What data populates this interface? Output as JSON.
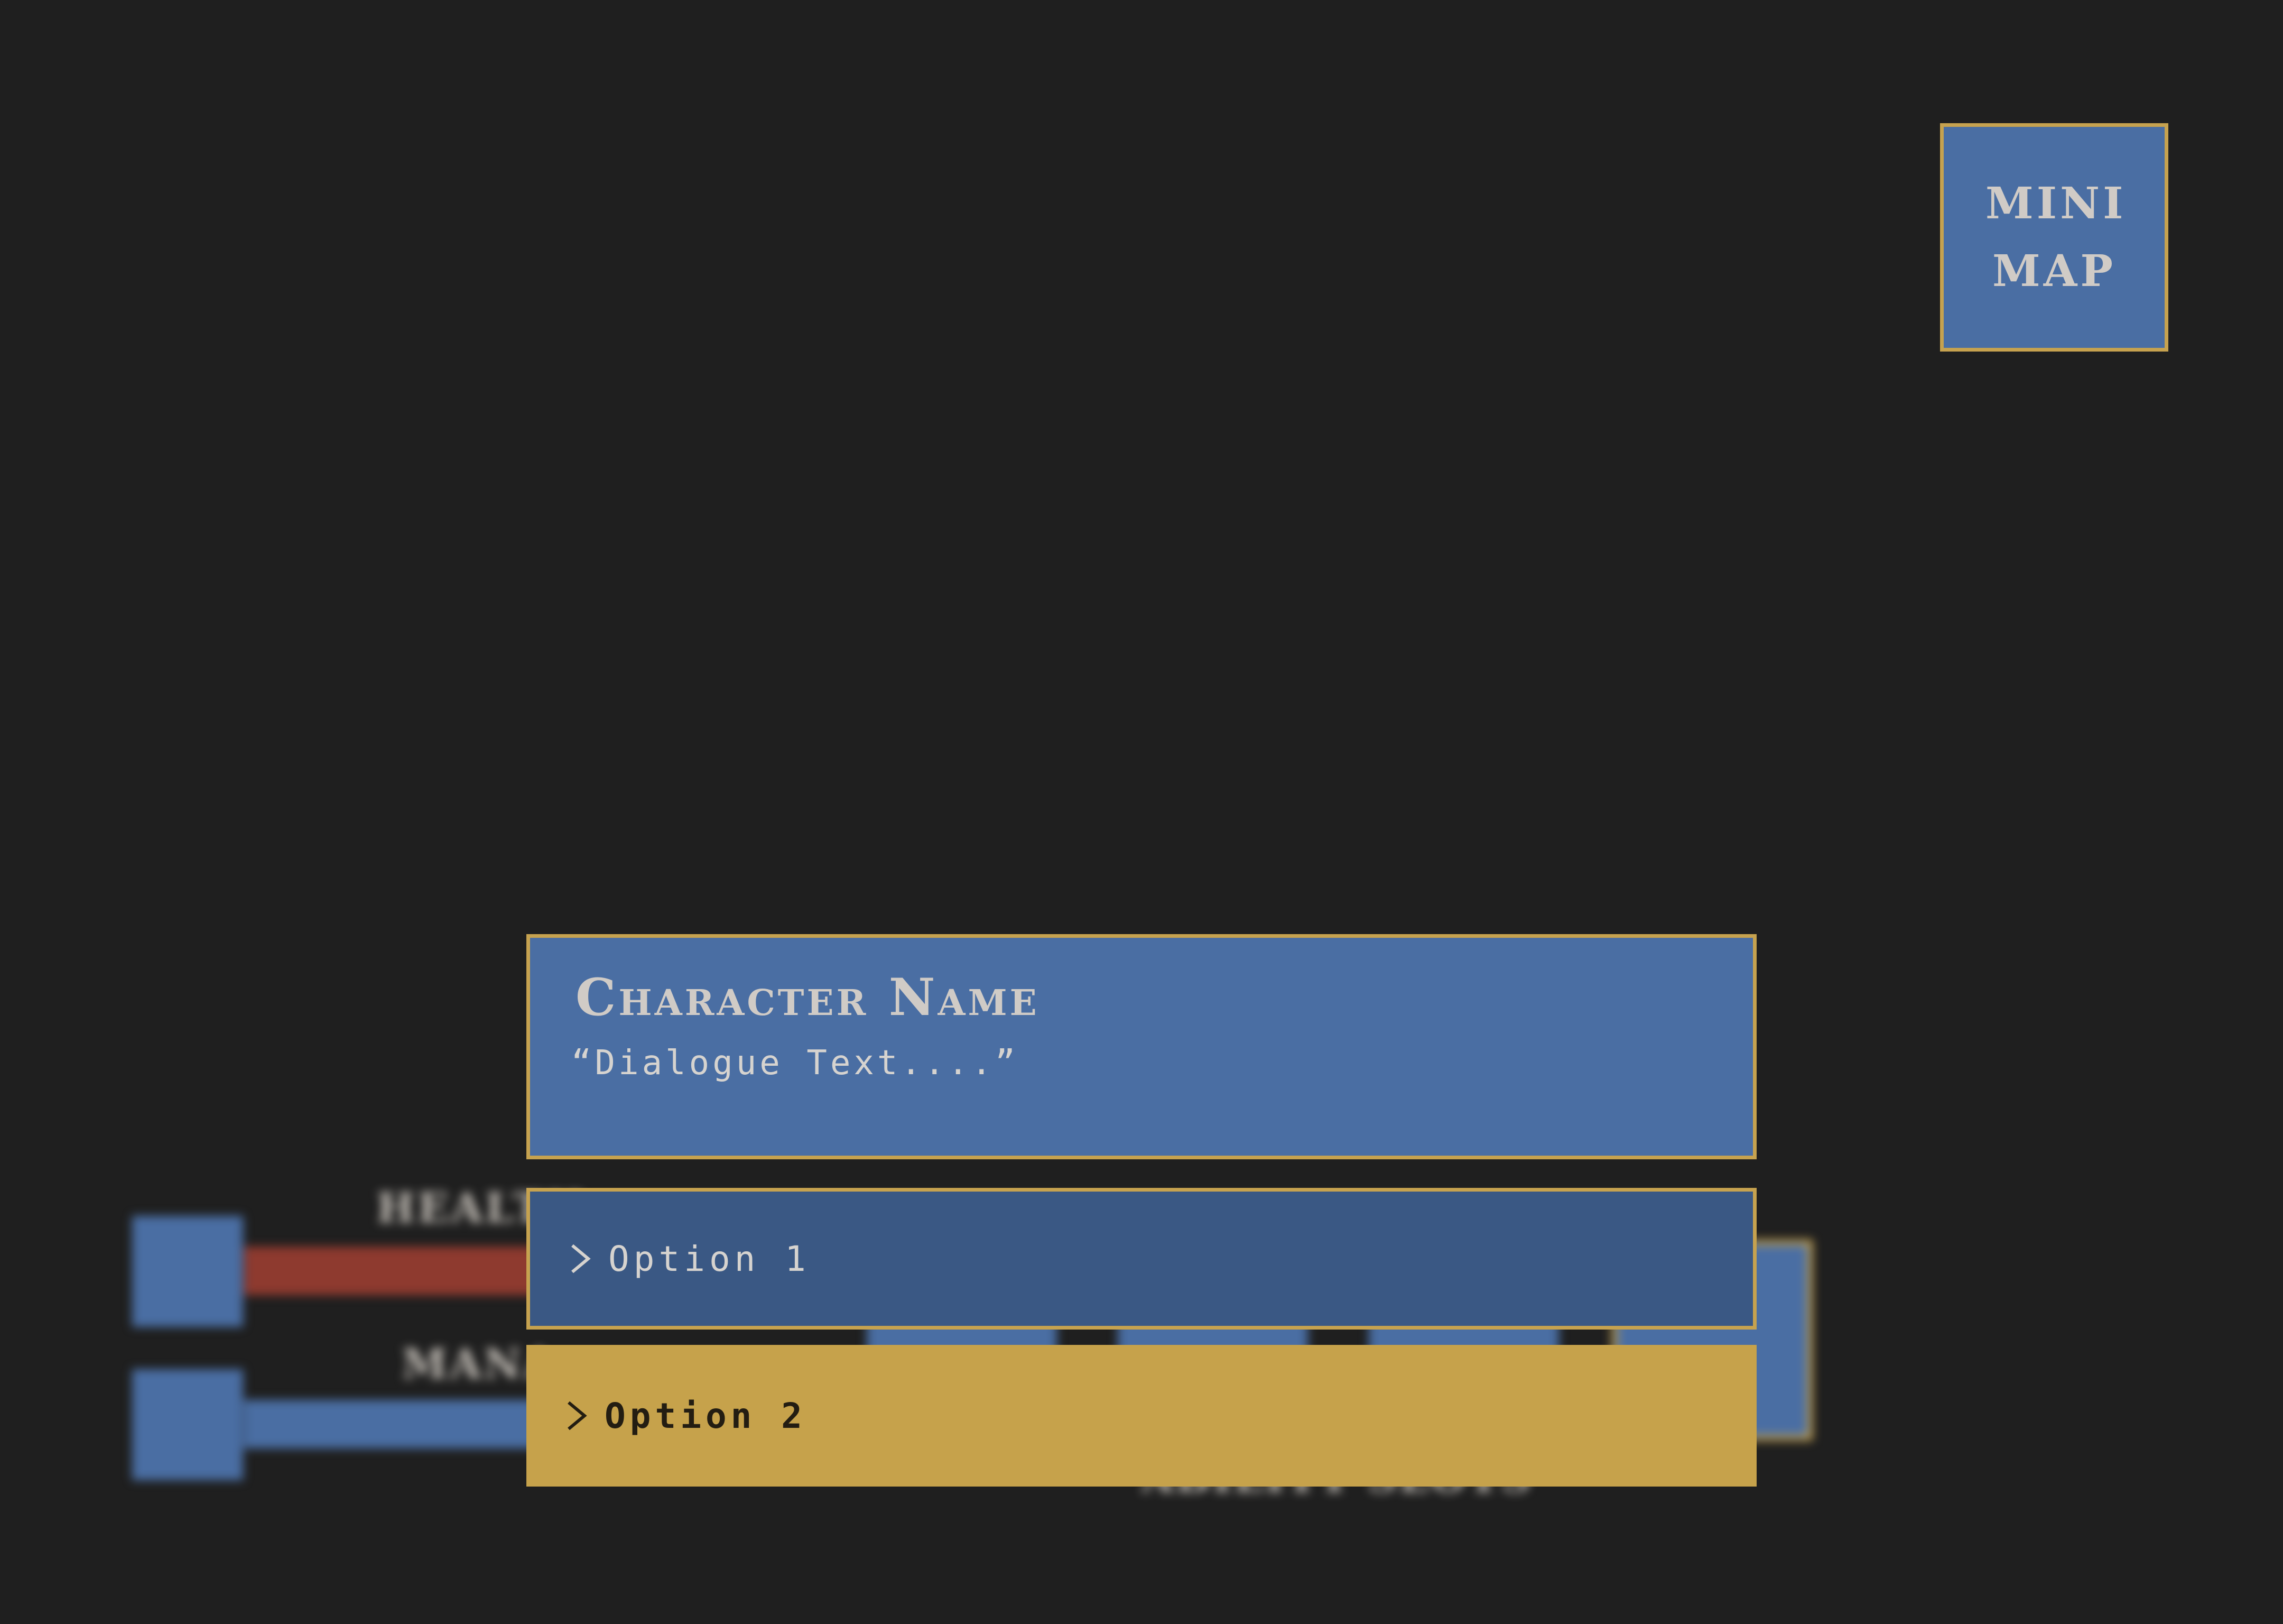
{
  "minimap": {
    "label": "MINI MAP"
  },
  "hud": {
    "health_label": "HEALTH",
    "mana_label": "MANA",
    "ability_label": "ABILITY SLOTS",
    "health_fraction": 0.55,
    "mana_fraction": 0.7,
    "colors": {
      "health": "#8e3a2f",
      "mana": "#4a6ea3"
    }
  },
  "dialogue": {
    "character_name": "Character Name",
    "text": "“Dialogue Text....”"
  },
  "options": [
    {
      "label": "Option 1",
      "selected": false
    },
    {
      "label": "Option 2",
      "selected": true
    }
  ],
  "colors": {
    "panel": "#4a6ea3",
    "panel_dark": "#3a5884",
    "border": "#c6a24f",
    "highlight": "#c6a24b",
    "background": "#1f1f1f"
  },
  "icons": {
    "option_pointer": "chevron-right-icon"
  }
}
